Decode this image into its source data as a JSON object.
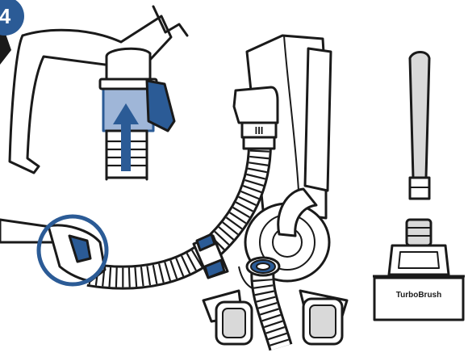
{
  "step": {
    "number": "4"
  },
  "accessory": {
    "turbobrush_label": "TurboBrush"
  },
  "hose_clip": {
    "marking": "III"
  },
  "colors": {
    "outline": "#1a1a1a",
    "fill": "#ffffff",
    "accent": "#2b5b96",
    "accent_light": "#9fb6d8",
    "shade": "#d9d9d9",
    "step_badge": "#2b5b96"
  },
  "icons": [
    "step-number-badge",
    "up-arrow-icon",
    "detail-callout-circle"
  ]
}
